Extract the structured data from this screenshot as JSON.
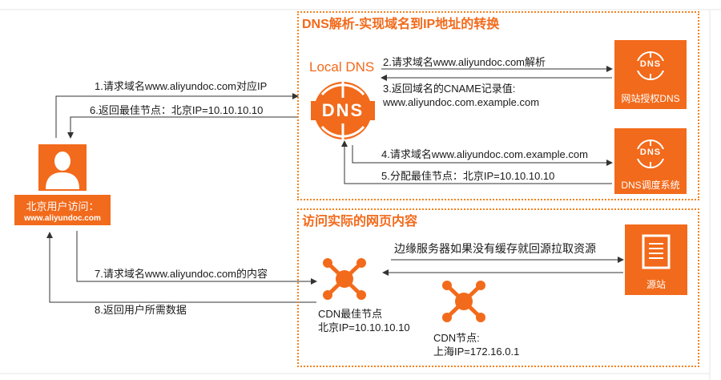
{
  "sections": {
    "dns_title": "DNS解析-实现域名到IP地址的转换",
    "content_title": "访问实际的网页内容"
  },
  "nodes": {
    "user_line1": "北京用户访问：",
    "user_line2": "www.aliyundoc.com",
    "local_dns": "Local DNS",
    "dns_logo": "DNS",
    "authoritative_dns": "网站授权DNS",
    "dns_scheduler": "DNS调度系统",
    "origin": "源站",
    "cdn_best_line1": "CDN最佳节点",
    "cdn_best_line2": "北京IP=10.10.10.10",
    "cdn_node_line1": "CDN节点:",
    "cdn_node_line2": "上海IP=172.16.0.1"
  },
  "steps": {
    "s1": "1.请求域名www.aliyundoc.com对应IP",
    "s2": "2.请求域名www.aliyundoc.com解析",
    "s3_line1": "3.返回域名的CNAME记录值:",
    "s3_line2": "www.aliyundoc.com.example.com",
    "s4": "4.请求域名www.aliyundoc.com.example.com",
    "s5": "5.分配最佳节点：北京IP=10.10.10.10",
    "s6": "6.返回最佳节点：北京IP=10.10.10.10",
    "s7": "7.请求域名www.aliyundoc.com的内容",
    "s8": "8.返回用户所需数据",
    "edge": "边缘服务器如果没有缓存就回源拉取资源"
  },
  "colors": {
    "accent": "#f26a1b",
    "line": "#333333"
  }
}
